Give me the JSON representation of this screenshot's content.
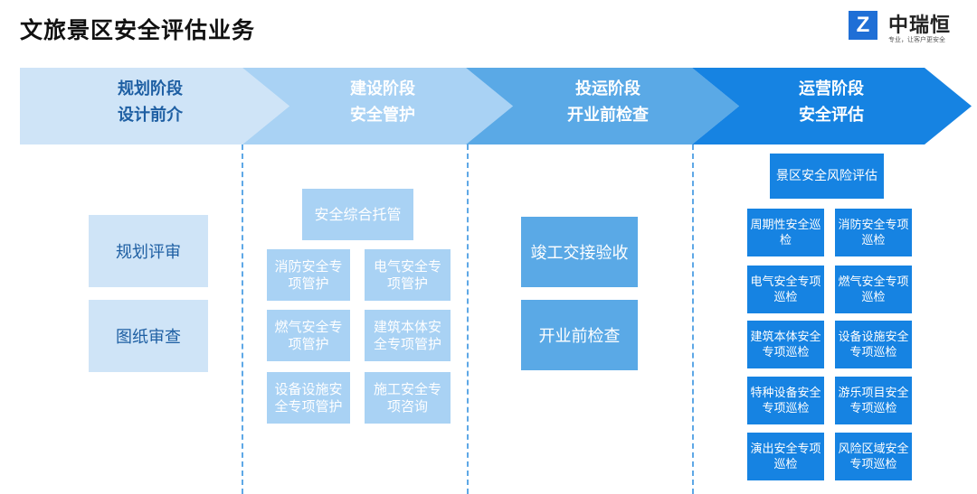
{
  "header": {
    "title": "文旅景区安全评估业务",
    "logo": {
      "mark": "Z",
      "name": "中瑞恒",
      "slogan": "专业，让客户更安全"
    }
  },
  "phases": [
    {
      "line1": "规划阶段",
      "line2": "设计前介",
      "color": "#1e5fa3",
      "fill": "#cfe4f7"
    },
    {
      "line1": "建设阶段",
      "line2": "安全管护",
      "color": "#ffffff",
      "fill": "#a9d2f4"
    },
    {
      "line1": "投运阶段",
      "line2": "开业前检查",
      "color": "#ffffff",
      "fill": "#5aa9e6"
    },
    {
      "line1": "运营阶段",
      "line2": "安全评估",
      "color": "#ffffff",
      "fill": "#1683e2"
    }
  ],
  "planning": {
    "items": [
      "规划评审",
      "图纸审查"
    ]
  },
  "construction": {
    "header": "安全综合托管",
    "items": [
      "消防安全专项管护",
      "电气安全专项管护",
      "燃气安全专项管护",
      "建筑本体安全专项管护",
      "设备设施安全专项管护",
      "施工安全专项咨询"
    ]
  },
  "commissioning": {
    "items": [
      "竣工交接验收",
      "开业前检查"
    ]
  },
  "operation": {
    "header": "景区安全风险评估",
    "items": [
      "周期性安全巡检",
      "消防安全专项巡检",
      "电气安全专项巡检",
      "燃气安全专项巡检",
      "建筑本体安全专项巡检",
      "设备设施安全专项巡检",
      "特种设备安全专项巡检",
      "游乐项目安全专项巡检",
      "演出安全专项巡检",
      "风险区域安全专项巡检"
    ]
  }
}
